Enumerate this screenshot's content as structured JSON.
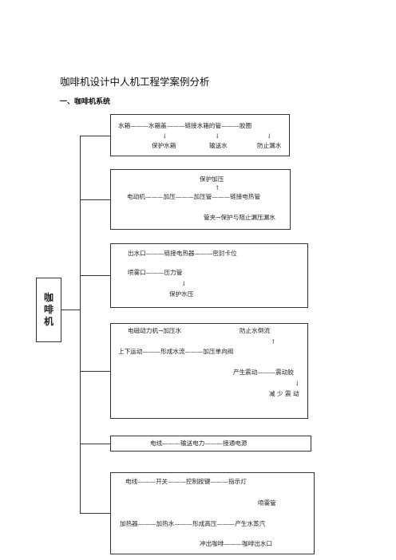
{
  "title": "咖啡机设计中人机工程学案例分析",
  "section": "一、咖啡机系统",
  "root": {
    "chars": [
      "咖",
      "啡",
      "机"
    ]
  },
  "box1": {
    "row1": "水箱———水箱盖———链接水箱的管———胶圈",
    "arrows": [
      "↓",
      "↓",
      "↓"
    ],
    "labels": [
      "保护水箱",
      "输送水",
      "防止漏水"
    ]
  },
  "box2": {
    "top": "保护加压",
    "up": "↑",
    "row": "电动机———加压———加压管———链接电热管",
    "bottom": "管夹→保护与阻止漏压漏水"
  },
  "box3": {
    "row1": "出水口———链接电热器———密封卡位",
    "row2": "喷雾口———压力管",
    "down": "↓",
    "row3": "保护水压"
  },
  "box4": {
    "row1a": "电磁动力机→加压水",
    "row1b": "防止水倒流",
    "up": "↑",
    "row2": "上下运动———形成水流———加压单向阀",
    "row3": "产生震动———震动胶",
    "down": "↓",
    "row4": "减 少 震 动"
  },
  "box5": {
    "row": "电线———输送电力———接通电源"
  },
  "box6": {
    "row1": "电线———开关———控制按键———指示灯",
    "row2": "喷雾管",
    "row3": "加热器———加热水———形成高压———产生水蒸汽",
    "row4": "冲出咖啡———咖啡出水口"
  }
}
